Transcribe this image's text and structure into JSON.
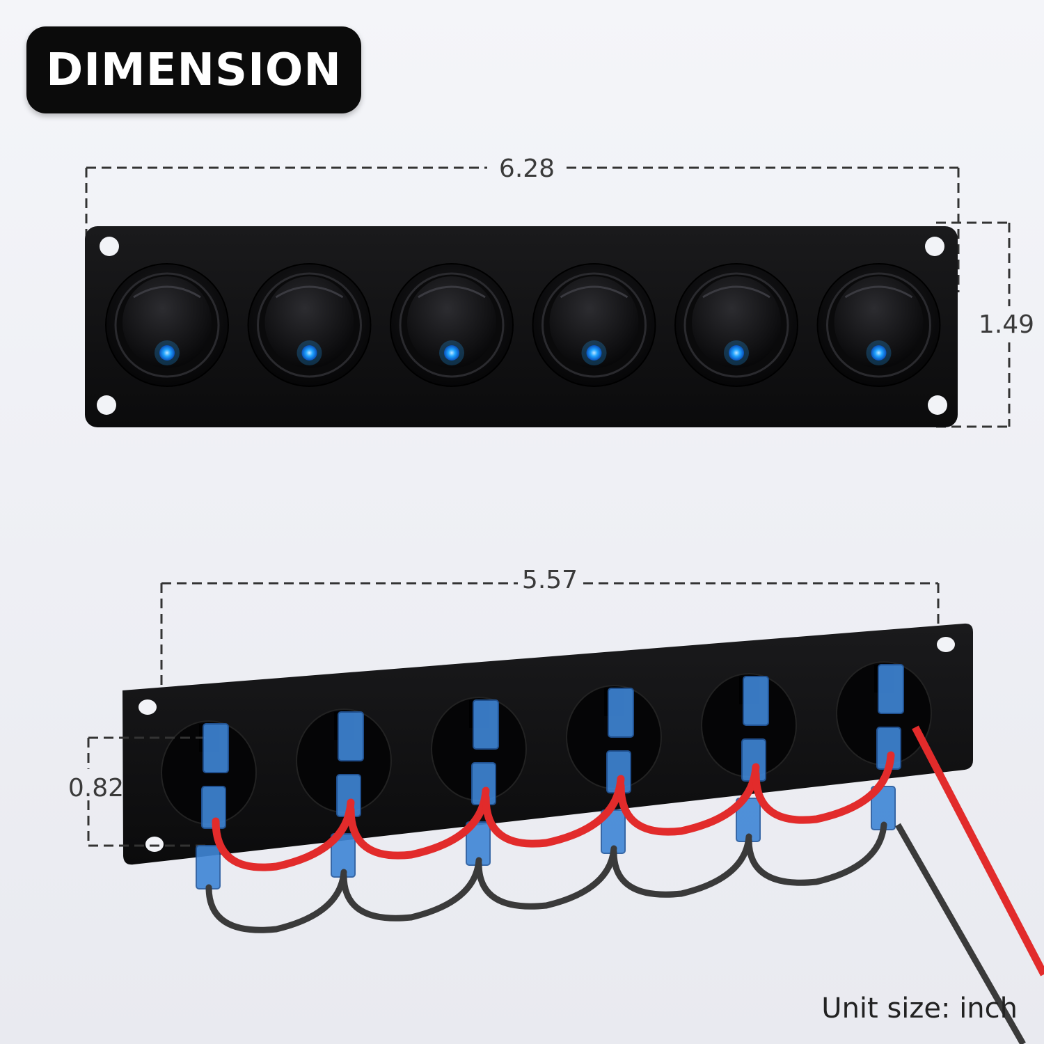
{
  "title": "DIMENSION",
  "front_view": {
    "width_label": "6.28",
    "height_label": "1.49",
    "switch_count": 6,
    "indicator_color": "#1fa3ff"
  },
  "back_view": {
    "width_label": "5.57",
    "depth_label": "0.82",
    "switch_count": 6
  },
  "unit_note": "Unit size: inch",
  "colors": {
    "panel": "#0e0e10",
    "dimension_line": "#333333",
    "wire_red": "#e22b2b",
    "wire_black": "#3a3a3a",
    "connector_blue": "#3f86d6"
  }
}
